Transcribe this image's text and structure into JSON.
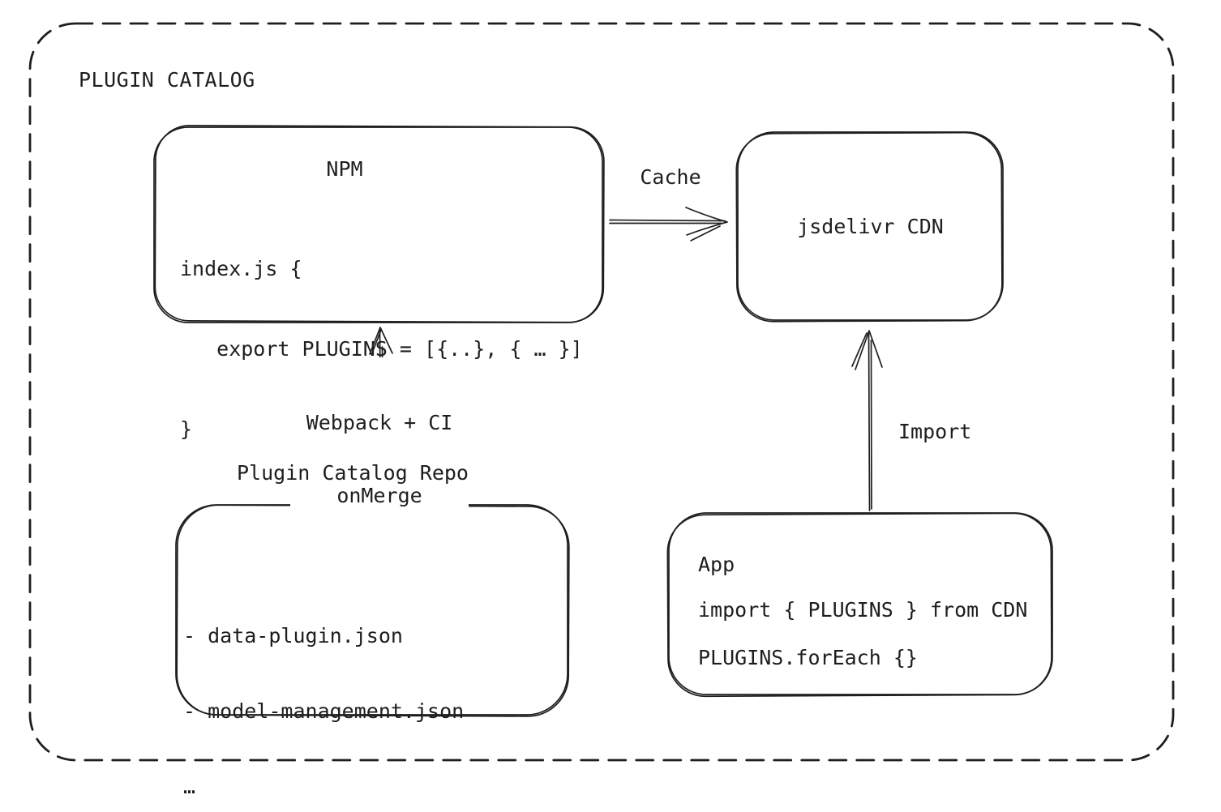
{
  "diagram": {
    "title": "PLUGIN CATALOG",
    "nodes": {
      "npm": {
        "title": "NPM",
        "code": [
          "index.js {",
          "   export PLUGINS = [{..}, { … }]",
          "}"
        ]
      },
      "cdn": {
        "title": "jsdelivr CDN"
      },
      "repo": {
        "label": "Plugin Catalog Repo",
        "files": [
          "- data-plugin.json",
          "- model-management.json",
          "…"
        ]
      },
      "app": {
        "title": "App",
        "code": [
          "import { PLUGINS } from CDN",
          "PLUGINS.forEach {}"
        ]
      }
    },
    "edges": {
      "cache": {
        "label": "Cache",
        "from": "NPM",
        "to": "jsdelivr CDN"
      },
      "build": {
        "label": [
          "Webpack + CI",
          "onMerge"
        ],
        "from": "Plugin Catalog Repo",
        "to": "NPM"
      },
      "import": {
        "label": "Import",
        "from": "App",
        "to": "jsdelivr CDN"
      }
    },
    "colors": {
      "ink": "#1e1e1e",
      "background": "#ffffff"
    }
  }
}
